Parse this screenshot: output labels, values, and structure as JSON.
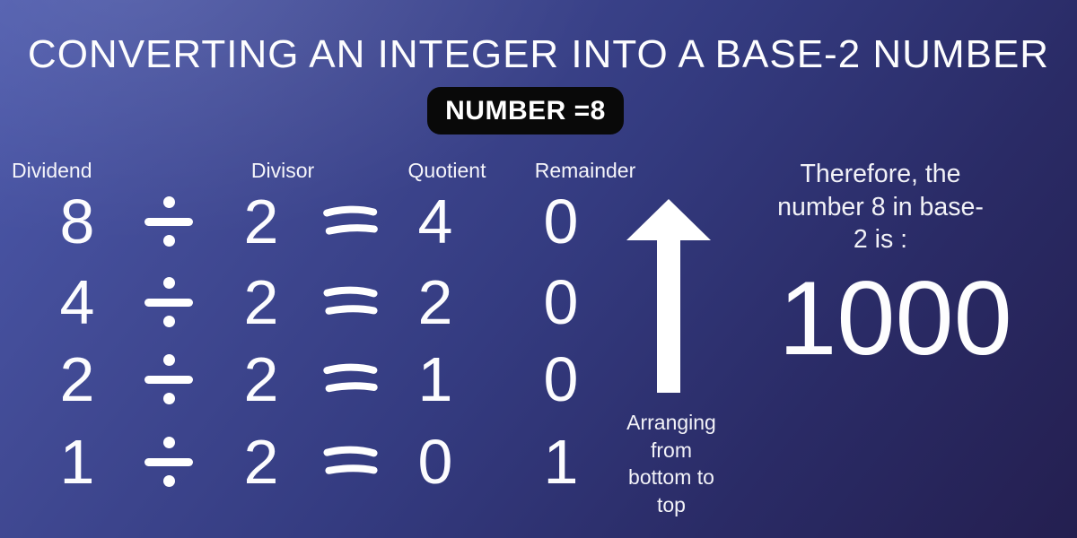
{
  "title": "CONVERTING AN INTEGER INTO A BASE-2 NUMBER",
  "badge": {
    "label": "NUMBER =8"
  },
  "table": {
    "headers": [
      "Dividend",
      "Divisor",
      "Quotient",
      "Remainder"
    ],
    "operators": {
      "divide": "÷",
      "equals": "="
    },
    "rows": [
      {
        "dividend": "8",
        "divisor": "2",
        "quotient": "4",
        "remainder": "0"
      },
      {
        "dividend": "4",
        "divisor": "2",
        "quotient": "2",
        "remainder": "0"
      },
      {
        "dividend": "2",
        "divisor": "2",
        "quotient": "1",
        "remainder": "0"
      },
      {
        "dividend": "1",
        "divisor": "2",
        "quotient": "0",
        "remainder": "1"
      }
    ]
  },
  "arrow": {
    "caption_lines": [
      "Arranging",
      "from",
      "bottom to",
      "top"
    ]
  },
  "result": {
    "intro_lines": [
      "Therefore, the",
      "number 8 in base-",
      "2 is :"
    ],
    "value": "1000"
  },
  "icons": {
    "divide": "divide-icon",
    "equals": "equals-icon",
    "up_arrow": "arrow-up-icon"
  },
  "colors": {
    "background_start": "#4c59ac",
    "background_end": "#241f50",
    "text": "#ffffff",
    "badge_background": "#090909"
  }
}
